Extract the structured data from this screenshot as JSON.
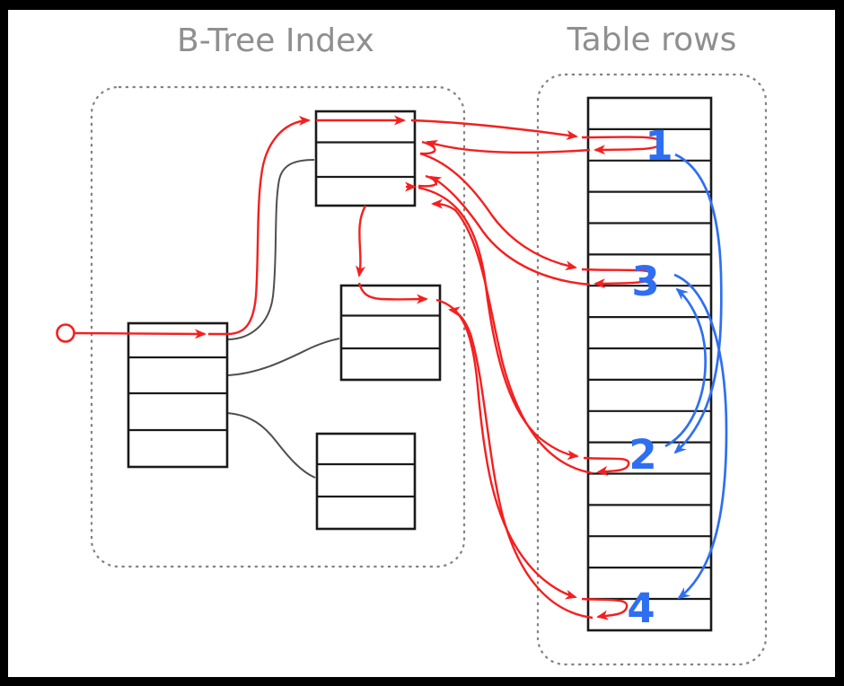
{
  "diagram": {
    "left_panel": {
      "title": "B-Tree Index"
    },
    "right_panel": {
      "title": "Table rows"
    },
    "row_markers": [
      {
        "label": "1"
      },
      {
        "label": "3"
      },
      {
        "label": "2"
      },
      {
        "label": "4"
      }
    ],
    "colors": {
      "search_path_red": "#f51f1f",
      "row_order_blue": "#2e6ff2",
      "tree_edge_gray": "#4f4f4f",
      "title_gray": "#8f8f8f",
      "box_border_black": "#1a1a1a",
      "dashed_border_gray": "#828282",
      "frame_black": "#000000",
      "background_white": "#ffffff"
    }
  }
}
